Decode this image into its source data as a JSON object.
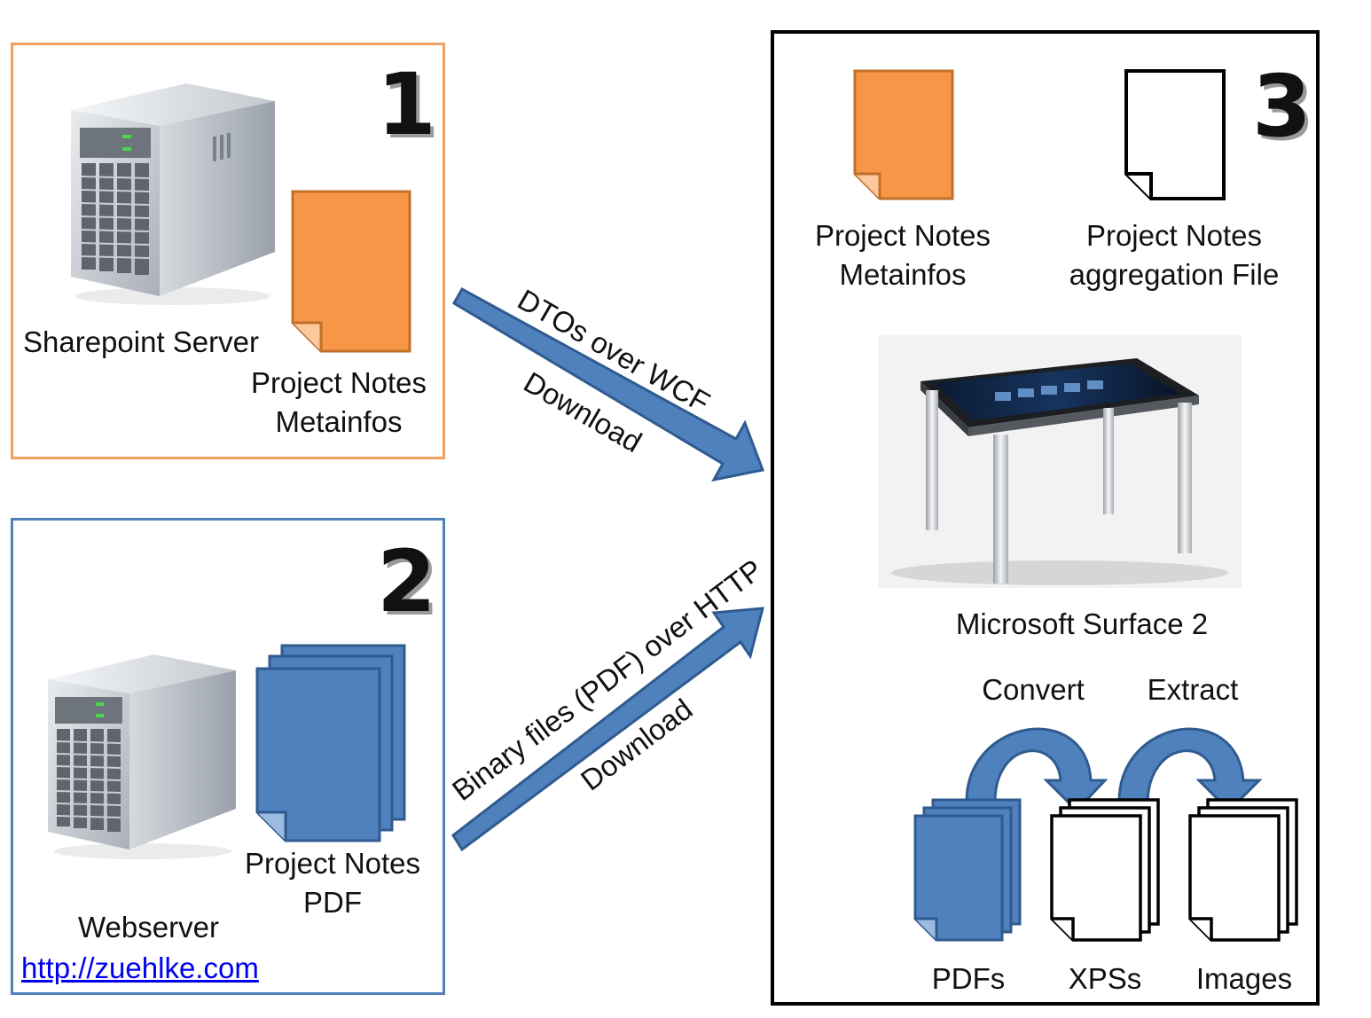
{
  "box1": {
    "number": "1",
    "server_label": "Sharepoint Server",
    "doc_label_line1": "Project Notes",
    "doc_label_line2": "Metainfos"
  },
  "box2": {
    "number": "2",
    "doc_label_line1": "Project Notes",
    "doc_label_line2": "PDF",
    "server_label": "Webserver",
    "link": "http://zuehlke.com"
  },
  "box3": {
    "number": "3",
    "metainfos_line1": "Project Notes",
    "metainfos_line2": "Metainfos",
    "aggregation_line1": "Project Notes",
    "aggregation_line2": "aggregation File",
    "device_label": "Microsoft Surface 2",
    "convert_label": "Convert",
    "extract_label": "Extract",
    "pdfs_label": "PDFs",
    "xpss_label": "XPSs",
    "images_label": "Images"
  },
  "arrow_top": {
    "label_top": "DTOs over WCF",
    "label_bottom": "Download"
  },
  "arrow_bottom": {
    "label_top": "Binary files (PDF) over HTTP",
    "label_bottom": "Download"
  },
  "colors": {
    "orange": "#f79646",
    "orange_border": "#c0702a",
    "blue": "#4f81bd",
    "blue_border": "#2f5b8f",
    "box1_border": "#f0a060",
    "box2_border": "#4f81bd",
    "box3_border": "#000000"
  }
}
